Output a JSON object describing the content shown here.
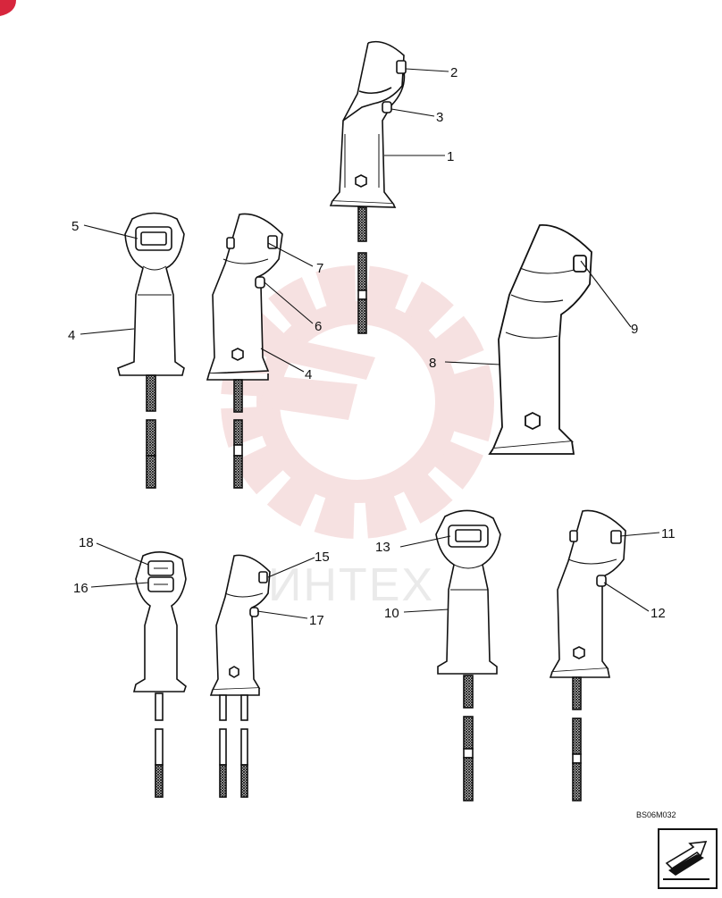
{
  "diagram": {
    "callouts": [
      "1",
      "2",
      "3",
      "4",
      "5",
      "6",
      "7",
      "8",
      "9",
      "10",
      "11",
      "12",
      "13",
      "15",
      "16",
      "17",
      "18"
    ],
    "drawing_code": "BS06M032",
    "watermark_text": "ИНТЕХ",
    "colors": {
      "ink": "#111111",
      "watermark": "#f6dede",
      "corner_badge": "#d7263d"
    },
    "icons": [
      "next-page-arrow-icon",
      "watermark-gear-logo"
    ]
  }
}
